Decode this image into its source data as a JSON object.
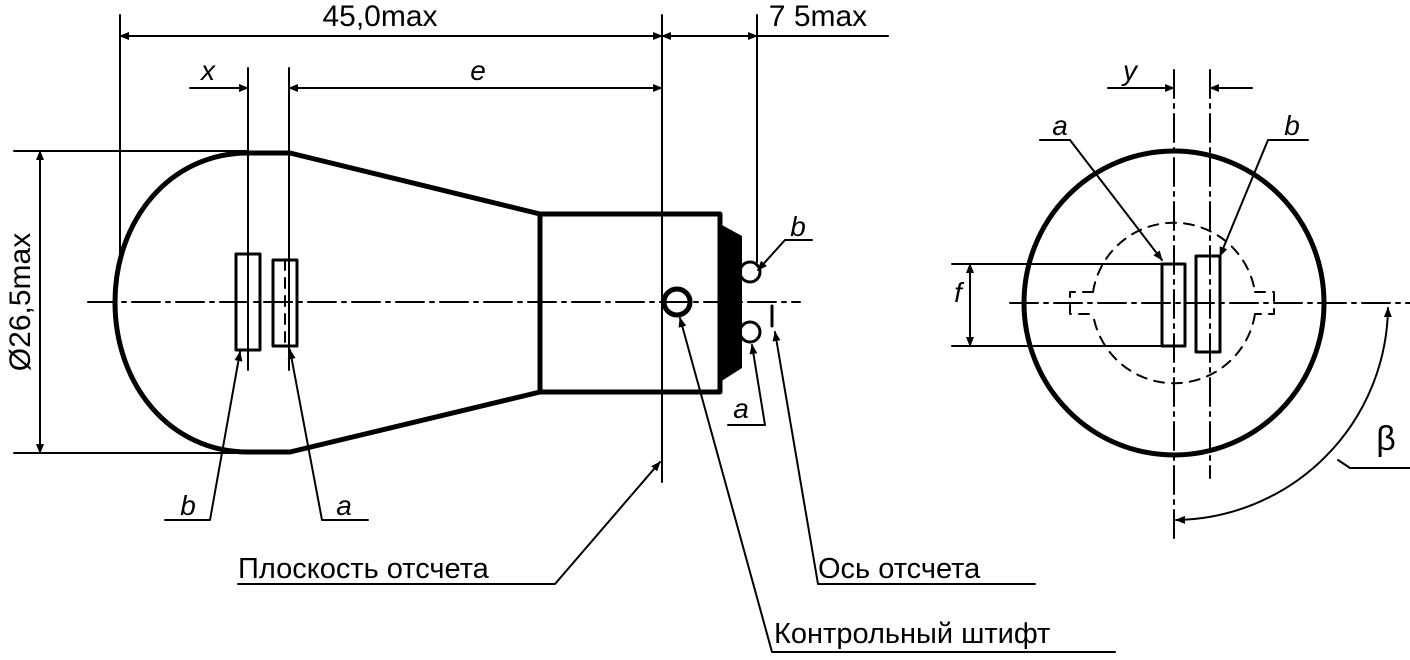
{
  "dimensions": {
    "overall_length": "45,0max",
    "cap_length": "7 5max",
    "diameter": "Ø26,5max"
  },
  "symbols": {
    "x": "x",
    "e": "e",
    "y": "y",
    "f": "f",
    "a": "a",
    "b": "b",
    "beta": "β"
  },
  "captions": {
    "reference_plane": "Плоскость отсчета",
    "reference_pin": "Контрольный штифт",
    "reference_axis": "Ось отсчета"
  }
}
